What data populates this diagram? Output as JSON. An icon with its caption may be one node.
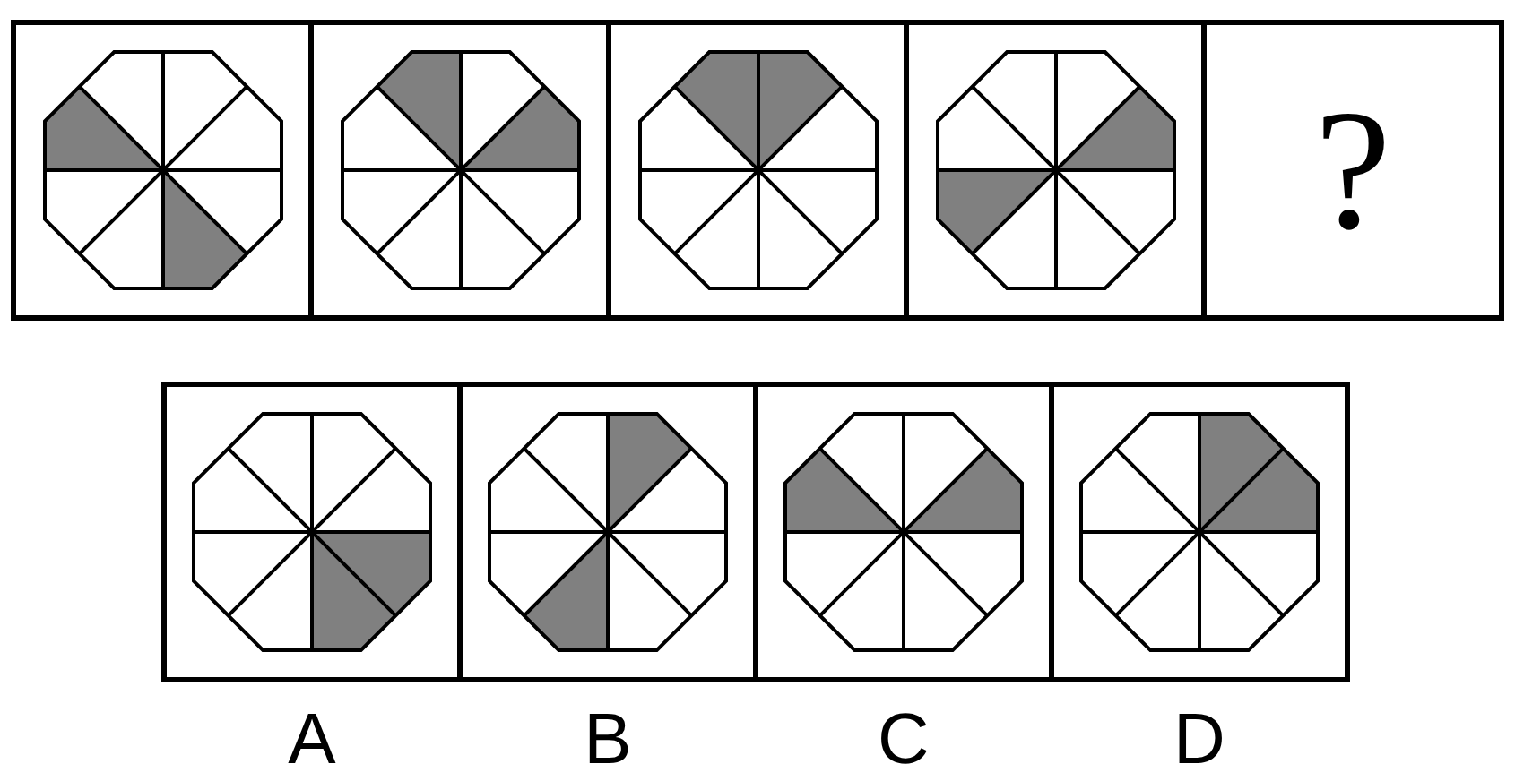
{
  "diagram": {
    "nodes": [
      {
        "text": [],
        "shape": "box"
      },
      {
        "text": [],
        "shape": "box"
      },
      {
        "text": [],
        "shape": "box"
      },
      {
        "text": [],
        "shape": "box"
      },
      {
        "text": [
          "?"
        ]
      },
      {
        "text": [],
        "shape": "box",
        "beside": [
          "A"
        ]
      },
      {
        "text": [],
        "shape": "box",
        "beside": [
          "B"
        ]
      },
      {
        "text": [],
        "shape": "box",
        "beside": [
          "C"
        ]
      },
      {
        "text": [],
        "shape": "box",
        "beside": [
          "D"
        ]
      }
    ]
  }
}
